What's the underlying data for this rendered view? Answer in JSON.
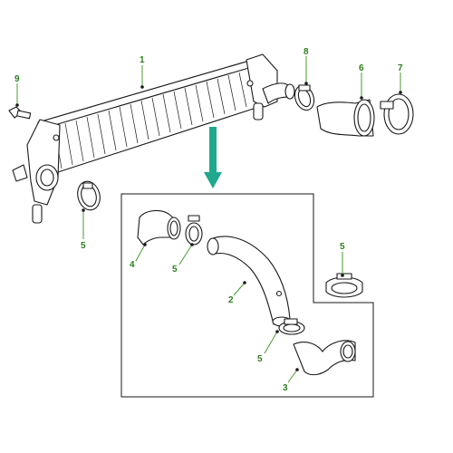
{
  "colors": {
    "callout_text": "#2e7d1e",
    "leader_line": "#4a9a2e",
    "arrow_fill": "#1fa88e",
    "outline": "#1a1a1a",
    "background": "#ffffff"
  },
  "callouts": [
    {
      "id": "c1",
      "label": "1"
    },
    {
      "id": "c8",
      "label": "8"
    },
    {
      "id": "c6",
      "label": "6"
    },
    {
      "id": "c7",
      "label": "7"
    },
    {
      "id": "c9",
      "label": "9"
    },
    {
      "id": "c5a",
      "label": "5"
    },
    {
      "id": "c4",
      "label": "4"
    },
    {
      "id": "c5b",
      "label": "5"
    },
    {
      "id": "c5c",
      "label": "5"
    },
    {
      "id": "c2",
      "label": "2"
    },
    {
      "id": "c5d",
      "label": "5"
    },
    {
      "id": "c3",
      "label": "3"
    }
  ]
}
